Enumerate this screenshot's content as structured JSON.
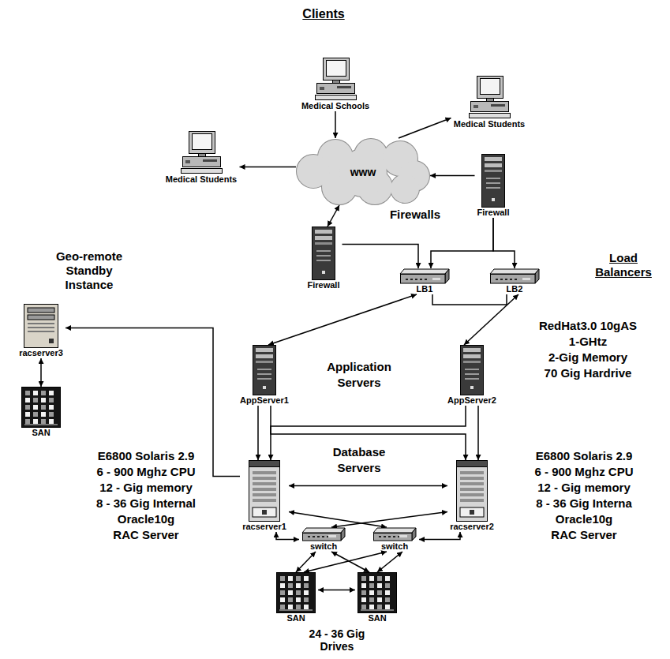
{
  "diagram": {
    "title": "Clients",
    "nodes": [
      {
        "text": [
          "Medical Schools"
        ]
      },
      {
        "text": [
          "Medical Students"
        ]
      },
      {
        "text": [
          "Medical Students"
        ]
      },
      {
        "text": [
          "www"
        ]
      },
      {
        "text": [
          "Firewall"
        ]
      },
      {
        "text": [
          "Firewall"
        ]
      },
      {
        "text": [
          "LB1"
        ]
      },
      {
        "text": [
          "LB2"
        ]
      },
      {
        "text": [
          "racserver3"
        ]
      },
      {
        "text": [
          "AppServer1"
        ]
      },
      {
        "text": [
          "AppServer2"
        ]
      },
      {
        "text": [
          "SAN"
        ]
      },
      {
        "text": [
          "racserver1"
        ]
      },
      {
        "text": [
          "racserver2"
        ]
      },
      {
        "text": [
          "switch"
        ]
      },
      {
        "text": [
          "switch"
        ]
      },
      {
        "text": [
          "SAN"
        ]
      },
      {
        "text": [
          "SAN"
        ]
      }
    ],
    "edges": [
      {
        "from": 0,
        "to": 3,
        "arrow": "to"
      },
      {
        "from": 3,
        "to": 1,
        "arrow": "to"
      },
      {
        "from": 3,
        "to": 2,
        "arrow": "to"
      },
      {
        "from": 4,
        "to": 3,
        "arrow": "to"
      },
      {
        "from": 5,
        "to": 3,
        "arrow": "both"
      },
      {
        "from": 5,
        "to": 6,
        "arrow": "to"
      },
      {
        "from": 4,
        "to": 6,
        "arrow": "to"
      },
      {
        "from": 4,
        "to": 7,
        "arrow": "to"
      },
      {
        "from": 6,
        "to": 7,
        "arrow": "none"
      },
      {
        "from": 6,
        "to": 9,
        "arrow": "both"
      },
      {
        "from": 7,
        "to": 10,
        "arrow": "both"
      },
      {
        "from": 9,
        "to": 12,
        "arrow": "to"
      },
      {
        "from": 9,
        "to": 13,
        "arrow": "to"
      },
      {
        "from": 10,
        "to": 12,
        "arrow": "to"
      },
      {
        "from": 10,
        "to": 13,
        "arrow": "to"
      },
      {
        "from": 12,
        "to": 8,
        "arrow": "to"
      },
      {
        "from": 8,
        "to": 11,
        "arrow": "both"
      },
      {
        "from": 12,
        "to": 13,
        "arrow": "both"
      },
      {
        "from": 12,
        "to": 14,
        "arrow": "both"
      },
      {
        "from": 12,
        "to": 15,
        "arrow": "both"
      },
      {
        "from": 13,
        "to": 14,
        "arrow": "both"
      },
      {
        "from": 13,
        "to": 15,
        "arrow": "both"
      },
      {
        "from": 14,
        "to": 16,
        "arrow": "both"
      },
      {
        "from": 14,
        "to": 17,
        "arrow": "both"
      },
      {
        "from": 15,
        "to": 16,
        "arrow": "both"
      },
      {
        "from": 15,
        "to": 17,
        "arrow": "both"
      },
      {
        "from": 16,
        "to": 17,
        "arrow": "both"
      }
    ],
    "labels": [
      "Firewalls",
      "Load Balancers",
      "Geo-remote Standby Instance",
      "RedHat3.0 10gAS 1-GHtz 2-Gig Memory 70 Gig Hardrive",
      "Application Servers",
      "Database Servers",
      "E6800 Solaris 2.9 6 - 900 Mghz CPU 12 - Gig memory 8 - 36 Gig Internal Oracle10g RAC Server",
      "E6800 Solaris 2.9 6 - 900 Mghz CPU 12 - Gig memory 8 - 36 Gig Interna Oracle10g RAC Server",
      "24 - 36 Gig Drives"
    ]
  }
}
